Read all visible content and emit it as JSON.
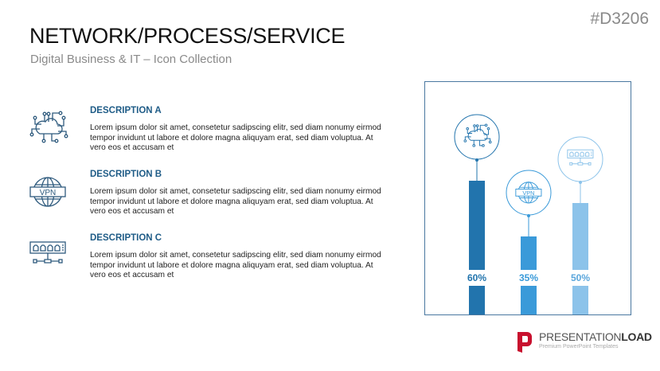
{
  "header": {
    "title": "NETWORK/PROCESS/SERVICE",
    "subtitle": "Digital Business & IT – Icon Collection",
    "code": "#D3206"
  },
  "descriptions": [
    {
      "title": "DESCRIPTION A",
      "text": "Lorem ipsum dolor sit amet, consetetur sadipscing elitr, sed diam nonumy eirmod tempor invidunt ut labore et dolore magna aliquyam erat, sed diam voluptua. At vero eos et accusam et",
      "icon": "cloud-network-icon"
    },
    {
      "title": "DESCRIPTION B",
      "text": "Lorem ipsum dolor sit amet, consetetur sadipscing elitr, sed diam nonumy eirmod tempor invidunt ut labore et dolore magna aliquyam erat, sed diam voluptua. At vero eos et accusam et",
      "icon": "vpn-globe-icon",
      "icon_text": "VPN"
    },
    {
      "title": "DESCRIPTION C",
      "text": "Lorem ipsum dolor sit amet, consetetur sadipscing elitr, sed diam nonumy eirmod tempor invidunt ut labore et dolore magna aliquyam erat, sed diam voluptua. At vero eos et accusam et",
      "icon": "network-switch-icon"
    }
  ],
  "chart_data": {
    "type": "bar",
    "categories": [
      "cloud-network",
      "vpn",
      "network-switch"
    ],
    "values": [
      60,
      35,
      50
    ],
    "labels": [
      "60%",
      "35%",
      "50%"
    ],
    "colors": [
      "#2274ad",
      "#3a9ad9",
      "#8cc3ea"
    ]
  },
  "logo": {
    "brand_light": "PRESENTATION",
    "brand_bold": "LOAD",
    "tagline": "Premium PowerPoint Templates",
    "color": "#c8102e"
  }
}
